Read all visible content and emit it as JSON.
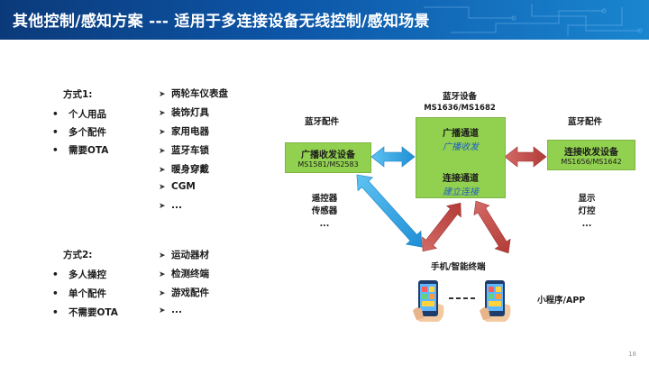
{
  "header": {
    "title": "其他控制/感知方案 --- 适用于多连接设备无线控制/感知场景"
  },
  "mode1": {
    "label": "方式1:",
    "bullets": [
      "个人用品",
      "多个配件",
      "需要OTA"
    ],
    "bullet_symbol": "•",
    "list": [
      "两轮车仪表盘",
      "装饰灯具",
      "家用电器",
      "蓝牙车锁",
      "暖身穿戴",
      "CGM",
      "..."
    ]
  },
  "mode2": {
    "label": "方式2:",
    "bullets": [
      "多人操控",
      "单个配件",
      "不需要OTA"
    ],
    "bullet_symbol": "•",
    "list": [
      "运动器材",
      "检测终端",
      "游戏配件",
      "..."
    ]
  },
  "diagram": {
    "left_title": "蓝牙配件",
    "left_box_line1": "广播收发设备",
    "left_box_line2": "MS1581/MS2583",
    "left_sub": [
      "遥控器",
      "传感器",
      "..."
    ],
    "center_title_line1": "蓝牙设备",
    "center_title_line2": "MS1636/MS1682",
    "center_ch1": "广播通道",
    "center_ch1_sub": "广播收发",
    "center_ch2": "连接通道",
    "center_ch2_sub": "建立连接",
    "right_title": "蓝牙配件",
    "right_box_line1": "连接收发设备",
    "right_box_line2": "MS1656/MS1642",
    "right_sub": [
      "显示",
      "灯控",
      "..."
    ],
    "phone_title": "手机/智能终端",
    "app_label": "小程序/APP"
  },
  "colors": {
    "box_green": "#92d050",
    "arrow_blue": "#1f9be0",
    "arrow_red": "#c0504d",
    "header_blue": "#0d56a8"
  },
  "page_number": "18"
}
